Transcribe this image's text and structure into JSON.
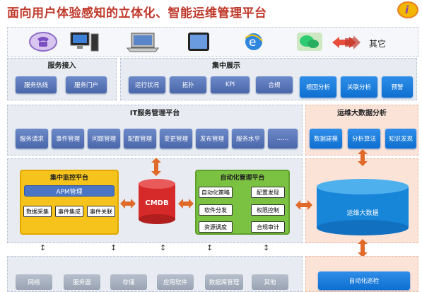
{
  "title": "面向用户体验感知的立体化、智能运维管理平台",
  "logo_letter": "i",
  "devices": [
    {
      "icon": "phone-icon"
    },
    {
      "icon": "desktop-icon"
    },
    {
      "icon": "laptop-icon"
    },
    {
      "icon": "tablet-icon"
    },
    {
      "icon": "browser-icon"
    },
    {
      "icon": "wechat-icon"
    },
    {
      "icon": "other-icon",
      "label": "其它"
    }
  ],
  "service_access": {
    "title": "服务接入",
    "items": [
      "服务热线",
      "服务门户"
    ]
  },
  "central_display": {
    "title": "集中展示",
    "items": [
      "运行状况",
      "拓扑",
      "KPI",
      "合规"
    ],
    "extra_items": [
      "根因分析",
      "关联分析",
      "预警"
    ]
  },
  "itsm": {
    "title": "IT服务管理平台",
    "items": [
      "服务请求",
      "事件管理",
      "问题管理",
      "配置管理",
      "变更管理",
      "发布管理",
      "服务水平",
      "……"
    ]
  },
  "big_data_analysis": {
    "title": "运维大数据分析",
    "items": [
      "数据建模",
      "分析算法",
      "知识发现"
    ]
  },
  "monitoring": {
    "title": "集中监控平台",
    "apm": "APM管理",
    "items": [
      "数据采集",
      "事件集成",
      "事件关联"
    ]
  },
  "cmdb": "CMDB",
  "automation": {
    "title": "自动化管理平台",
    "items": [
      "自动化策略",
      "配置发现",
      "软件分发",
      "权限控制",
      "资源调度",
      "合规审计"
    ]
  },
  "big_data_store": "运维大数据",
  "infrastructure": {
    "items": [
      "网络",
      "服务器",
      "存储",
      "应用软件",
      "数据库管理",
      "其他"
    ]
  },
  "auto_inspect": "自动化巡检"
}
